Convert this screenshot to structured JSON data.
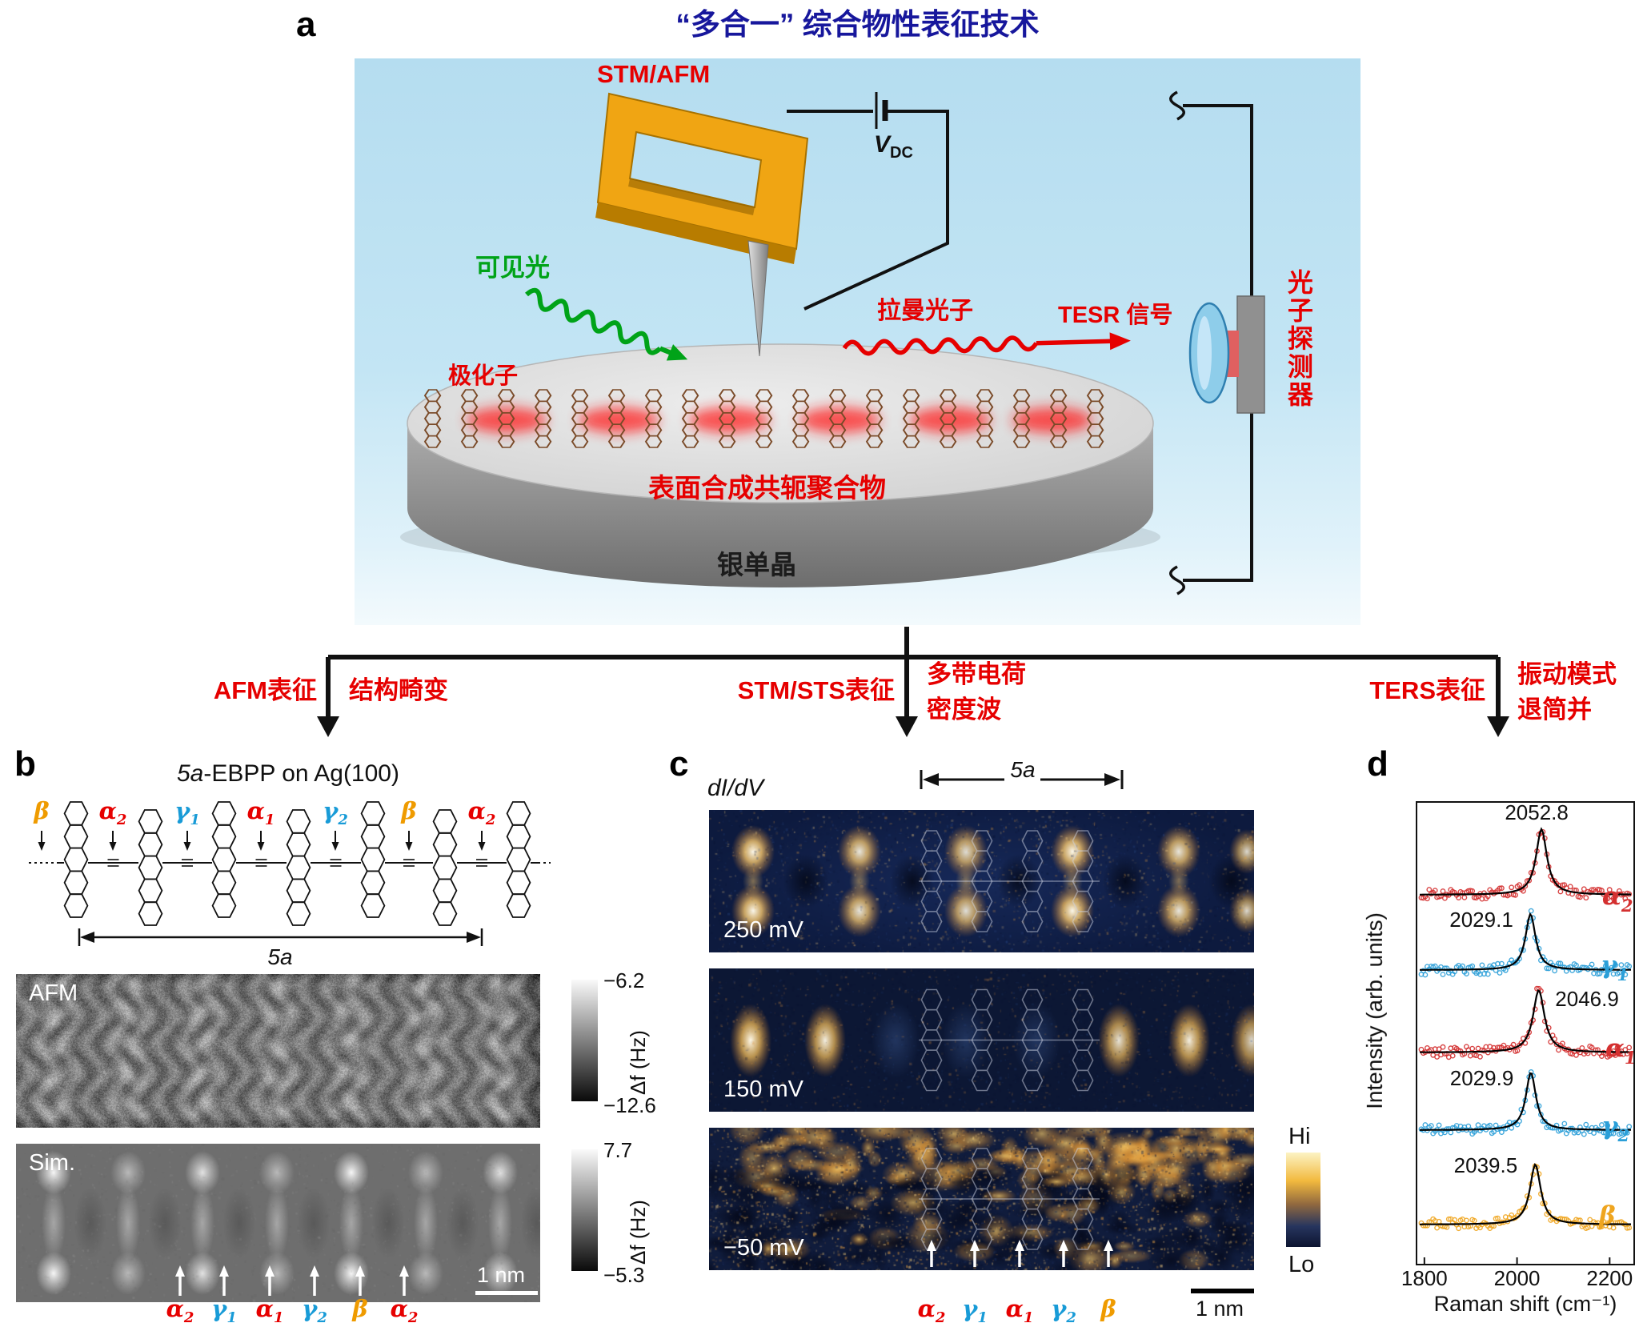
{
  "panel_a": {
    "label": "a",
    "title": "“多合一” 综合物性表征技术",
    "stm_afm": "STM/AFM",
    "vdc": "V",
    "vdc_sub": "DC",
    "visible_light": "可见光",
    "polaron": "极化子",
    "raman_photon": "拉曼光子",
    "tesr_signal": "TESR 信号",
    "polymer": "表面合成共轭聚合物",
    "substrate": "银单晶",
    "photon_detector": "光子探测器"
  },
  "branches": {
    "afm_method": "AFM表征",
    "afm_result": "结构畸变",
    "stm_method": "STM/STS表征",
    "stm_result_line1": "多带电荷",
    "stm_result_line2": "密度波",
    "ters_method": "TERS表征",
    "ters_result_line1": "振动模式",
    "ters_result_line2": "退简并"
  },
  "panel_b": {
    "label": "b",
    "title_molecule": "5a",
    "title_rest": "-EBPP on Ag(100)",
    "afm_tag": "AFM",
    "sim_tag": "Sim.",
    "unit_cell": "5a",
    "colorbar_afm_top": "−6.2",
    "colorbar_afm_bottom": "−12.6",
    "colorbar_afm_unit": "Δf (Hz)",
    "colorbar_sim_top": "7.7",
    "colorbar_sim_bottom": "−5.3",
    "colorbar_sim_unit": "Δf (Hz)",
    "scale_bar": "1 nm",
    "structure_labels": [
      {
        "base": "β",
        "sub": "",
        "color": "#ef9b00"
      },
      {
        "base": "α",
        "sub": "2",
        "color": "#e60000"
      },
      {
        "base": "γ",
        "sub": "1",
        "color": "#189bd7"
      },
      {
        "base": "α",
        "sub": "1",
        "color": "#e60000"
      },
      {
        "base": "γ",
        "sub": "2",
        "color": "#189bd7"
      },
      {
        "base": "β",
        "sub": "",
        "color": "#ef9b00"
      },
      {
        "base": "α",
        "sub": "2",
        "color": "#e60000"
      }
    ],
    "site_labels": [
      {
        "base": "α",
        "sub": "2",
        "color": "#e60000"
      },
      {
        "base": "γ",
        "sub": "1",
        "color": "#189bd7"
      },
      {
        "base": "α",
        "sub": "1",
        "color": "#e60000"
      },
      {
        "base": "γ",
        "sub": "2",
        "color": "#189bd7"
      },
      {
        "base": "β",
        "sub": "",
        "color": "#ef9b00"
      },
      {
        "base": "α",
        "sub": "2",
        "color": "#e60000"
      }
    ]
  },
  "panel_c": {
    "label": "c",
    "map_quantity": "dI/dV",
    "unit_cell": "5a",
    "bias_labels": [
      "250 mV",
      "150 mV",
      "−50 mV"
    ],
    "colorbar_top": "Hi",
    "colorbar_bottom": "Lo",
    "scale_bar": "1 nm",
    "site_labels": [
      {
        "base": "α",
        "sub": "2",
        "color": "#e60000"
      },
      {
        "base": "γ",
        "sub": "1",
        "color": "#189bd7"
      },
      {
        "base": "α",
        "sub": "1",
        "color": "#e60000"
      },
      {
        "base": "γ",
        "sub": "2",
        "color": "#189bd7"
      },
      {
        "base": "β",
        "sub": "",
        "color": "#ef9b00"
      }
    ]
  },
  "panel_d": {
    "label": "d"
  },
  "chart_data": {
    "type": "scatter",
    "xlabel": "Raman shift (cm⁻¹)",
    "ylabel": "Intensity (arb. units)",
    "xlim": [
      1783,
      2253
    ],
    "xticks": [
      "1800",
      "2000",
      "2200"
    ],
    "grid": false,
    "legend_position": "right-of-each-curve",
    "series": [
      {
        "name": "alpha2",
        "base": "α",
        "sub": "2",
        "color": "#d43030",
        "peak_center": 2052.8,
        "peak_label": "2052.8"
      },
      {
        "name": "gamma1",
        "base": "γ",
        "sub": "1",
        "color": "#2b9fd8",
        "peak_center": 2029.1,
        "peak_label": "2029.1"
      },
      {
        "name": "alpha1",
        "base": "α",
        "sub": "1",
        "color": "#d43030",
        "peak_center": 2046.9,
        "peak_label": "2046.9"
      },
      {
        "name": "gamma2",
        "base": "γ",
        "sub": "2",
        "color": "#2b9fd8",
        "peak_center": 2029.9,
        "peak_label": "2029.9"
      },
      {
        "name": "beta",
        "base": "β",
        "sub": "",
        "color": "#efa51f",
        "peak_center": 2039.5,
        "peak_label": "2039.5"
      }
    ]
  }
}
